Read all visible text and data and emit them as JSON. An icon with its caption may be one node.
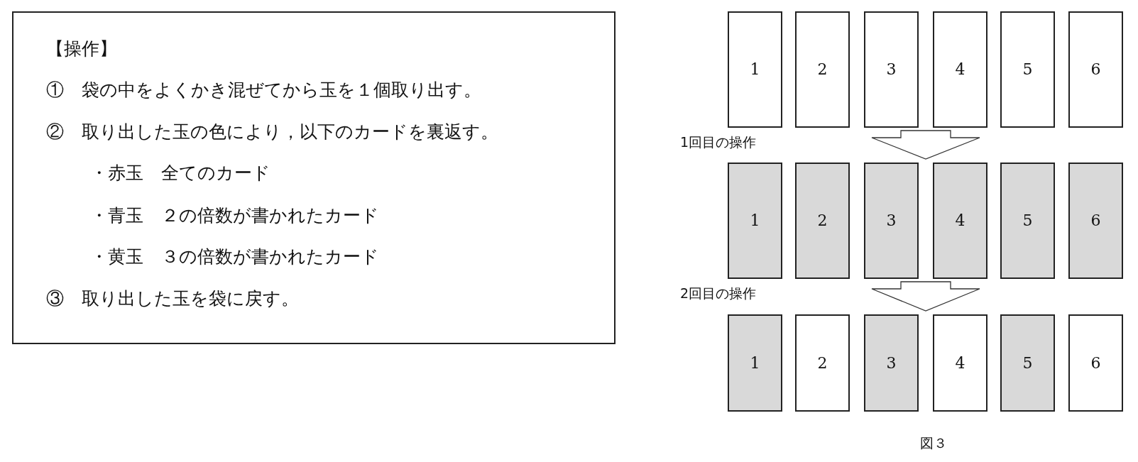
{
  "diagram": {
    "caption": "図３",
    "nodes": [
      {
        "text": [
          "【操作】",
          "①　袋の中をよくかき混ぜてから玉を１個取り出す。",
          "②　取り出した玉の色により，以下のカードを裏返す。",
          "・赤玉　全てのカード",
          "・青玉　２の倍数が書かれたカード",
          "・黄玉　３の倍数が書かれたカード",
          "③　取り出した玉を袋に戻す。"
        ]
      },
      {
        "text": [
          "1"
        ]
      },
      {
        "text": [
          "2"
        ]
      },
      {
        "text": [
          "3"
        ]
      },
      {
        "text": [
          "4"
        ]
      },
      {
        "text": [
          "5"
        ]
      },
      {
        "text": [
          "6"
        ]
      },
      {
        "text": [
          "1"
        ]
      },
      {
        "text": [
          "2"
        ]
      },
      {
        "text": [
          "3"
        ]
      },
      {
        "text": [
          "4"
        ]
      },
      {
        "text": [
          "5"
        ]
      },
      {
        "text": [
          "6"
        ]
      },
      {
        "text": [
          "1"
        ]
      },
      {
        "text": [
          "2"
        ]
      },
      {
        "text": [
          "3"
        ]
      },
      {
        "text": [
          "4"
        ]
      },
      {
        "text": [
          "5"
        ]
      },
      {
        "text": [
          "6"
        ]
      }
    ],
    "edges": [
      {
        "from": 3,
        "to": 9,
        "arrow": "to"
      },
      {
        "from": 9,
        "to": 15,
        "arrow": "to"
      }
    ],
    "labels": [
      "1回目の操作",
      "2回目の操作"
    ]
  }
}
